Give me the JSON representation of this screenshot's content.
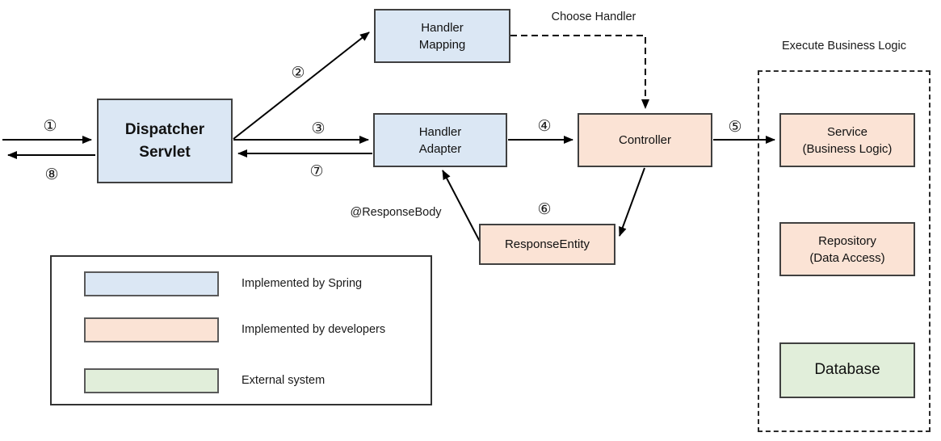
{
  "colors": {
    "spring_fill": "#dbe7f4",
    "developer_fill": "#fbe3d5",
    "external_fill": "#e1eeda",
    "box_border": "#404040",
    "arrow": "#000000"
  },
  "nodes": {
    "dispatcher_servlet": {
      "label": "Dispatcher\nServlet"
    },
    "handler_mapping": {
      "label": "Handler\nMapping"
    },
    "handler_adapter": {
      "label": "Handler\nAdapter"
    },
    "controller": {
      "label": "Controller"
    },
    "response_entity": {
      "label": "ResponseEntity"
    },
    "service": {
      "label": "Service\n(Business Logic)"
    },
    "repository": {
      "label": "Repository\n(Data Access)"
    },
    "database": {
      "label": "Database"
    }
  },
  "annotations": {
    "choose_handler": "Choose Handler",
    "execute_business_logic": "Execute Business Logic",
    "response_body": "@ResponseBody"
  },
  "steps": {
    "s1": "①",
    "s2": "②",
    "s3": "③",
    "s4": "④",
    "s5": "⑤",
    "s6": "⑥",
    "s7": "⑦",
    "s8": "⑧"
  },
  "legend": {
    "items": [
      {
        "label": "Implemented by Spring",
        "color": "#dbe7f4"
      },
      {
        "label": "Implemented by developers",
        "color": "#fbe3d5"
      },
      {
        "label": "External system",
        "color": "#e1eeda"
      }
    ]
  }
}
